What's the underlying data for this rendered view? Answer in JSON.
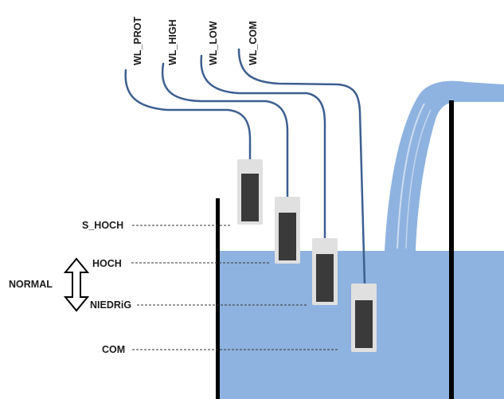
{
  "wires": [
    {
      "id": "prot",
      "label": "WL_PROT"
    },
    {
      "id": "high",
      "label": "WL_HIGH"
    },
    {
      "id": "low",
      "label": "WL_LOW"
    },
    {
      "id": "com",
      "label": "WL_COM"
    }
  ],
  "levels": [
    {
      "id": "s_hoch",
      "label": "S_HOCH"
    },
    {
      "id": "hoch",
      "label": "HOCH"
    },
    {
      "id": "niedrig",
      "label": "NIEDRiG"
    },
    {
      "id": "com",
      "label": "COM"
    }
  ],
  "range_label": "NORMAL",
  "colors": {
    "water": "#8fb3e0",
    "cable": "#3d5f8f",
    "probe_cap": "#e0e0e0",
    "probe_body": "#3a3a3a",
    "wall": "#000000",
    "text": "#1a1a1a"
  }
}
